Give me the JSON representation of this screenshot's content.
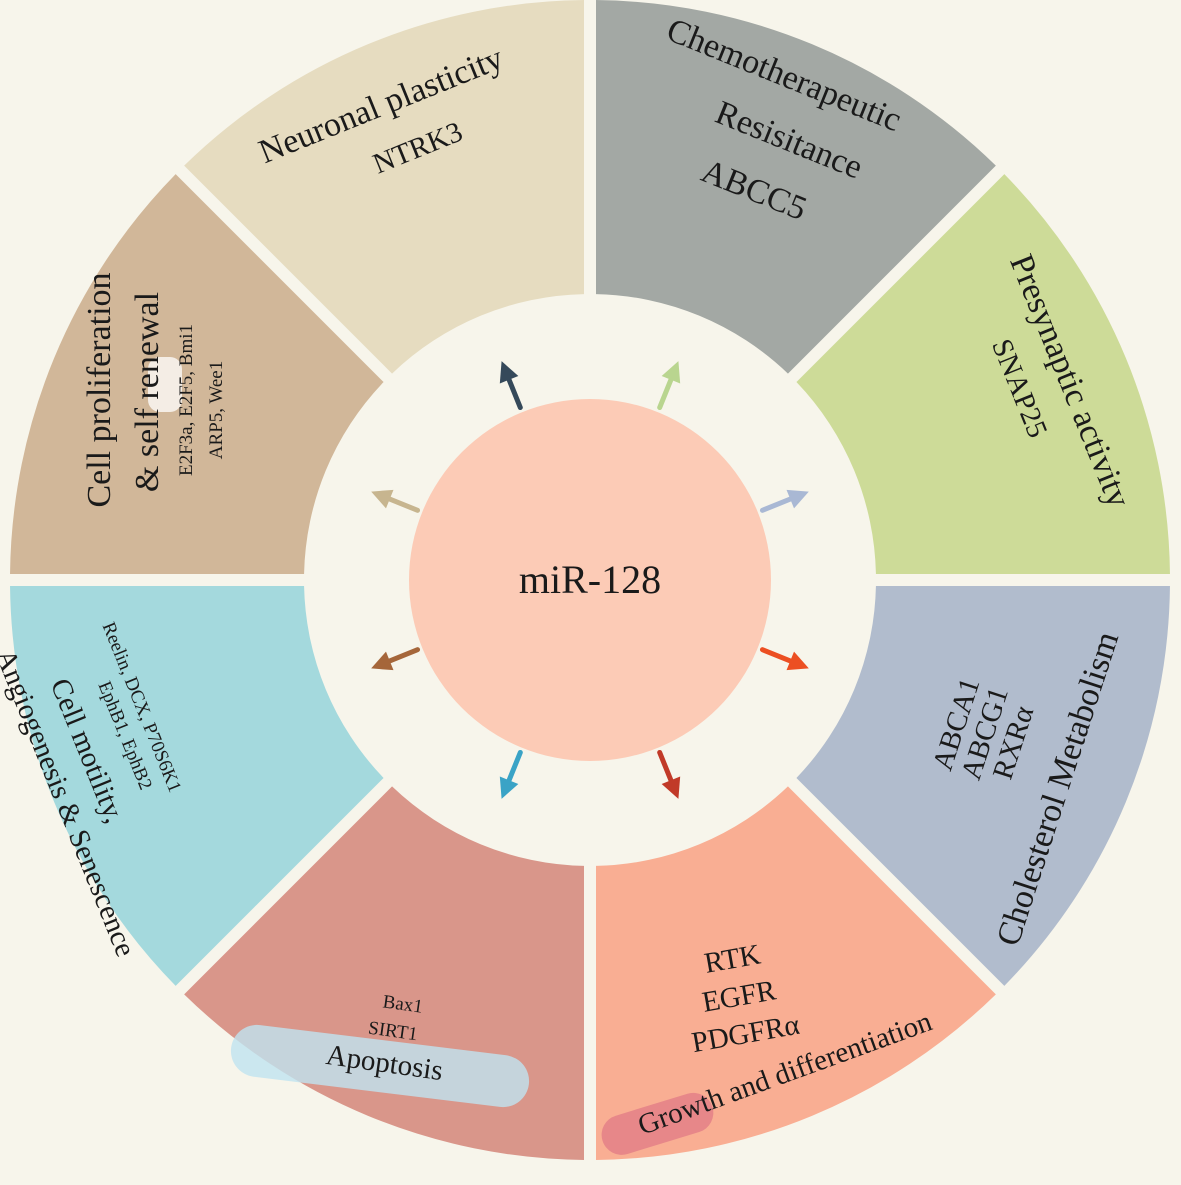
{
  "center": {
    "label": "miR-128",
    "color": "#fccbb6"
  },
  "background": "#f7f5eb",
  "segments": [
    {
      "id": "neuronal",
      "color": "#a3a8a4",
      "arrow_color": "#35495a",
      "lines": [
        "Neuronal plasticity",
        "NTRK3"
      ]
    },
    {
      "id": "chemo",
      "color": "#cddb98",
      "arrow_color": "#b9d58f",
      "lines": [
        "Chemotherapeutic",
        "Resisitance",
        "ABCC5"
      ]
    },
    {
      "id": "presynaptic",
      "color": "#b1bccd",
      "arrow_color": "#a9b8d4",
      "lines": [
        "Presynaptic activity",
        "SNAP25"
      ]
    },
    {
      "id": "cholesterol",
      "color": "#f9ae93",
      "arrow_color": "#ec4f22",
      "lines": [
        "Cholesterol Metabolism",
        "RXRα",
        "ABCG1",
        "ABCA1"
      ]
    },
    {
      "id": "growth",
      "color": "#d9968a",
      "arrow_color": "#c13a28",
      "lines": [
        "RTK",
        "EGFR",
        "PDGFRα",
        "Growth and differentiation"
      ]
    },
    {
      "id": "apoptosis",
      "color": "#a4d9dd",
      "arrow_color": "#3aa3c6",
      "lines": [
        "Bax1",
        "SIRT1",
        "Apoptosis"
      ]
    },
    {
      "id": "angiogenesis",
      "color": "#d1b799",
      "arrow_color": "#a5663a",
      "lines": [
        "Reelin, DCX, P70S6K1",
        "EphB1, EphB2",
        "Cell motility,",
        "Angiogenesis & Senescence"
      ]
    },
    {
      "id": "proliferation",
      "color": "#e6dcc0",
      "arrow_color": "#c7b58f",
      "lines": [
        "Cell proliferation",
        "& self renewal",
        "E2F3a, E2F5, Bmi1",
        "ARP5, Wee1"
      ]
    }
  ]
}
